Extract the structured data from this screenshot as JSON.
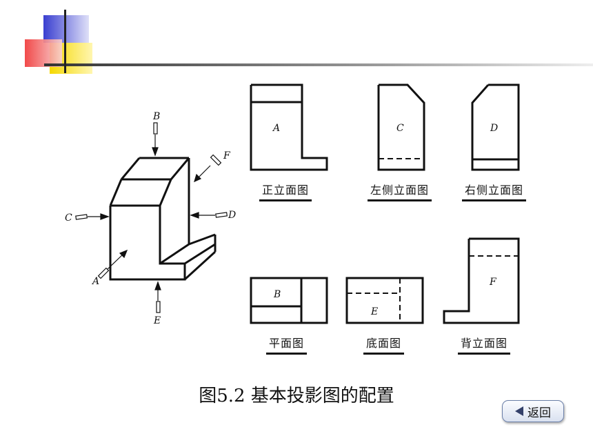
{
  "theme": {
    "deco_blue": "#3a3fd0",
    "deco_red": "#f03a3a",
    "deco_yellow": "#f5d800",
    "line_color": "#111111"
  },
  "pictorial": {
    "arrow_labels": {
      "B": "B",
      "F": "F",
      "C": "C",
      "D": "D",
      "A": "A",
      "E": "E"
    }
  },
  "views": {
    "front": {
      "letter": "A",
      "label": "正立面图"
    },
    "left": {
      "letter": "C",
      "label": "左侧立面图"
    },
    "right": {
      "letter": "D",
      "label": "右侧立面图"
    },
    "top": {
      "letter": "B",
      "label": "平面图"
    },
    "bottom": {
      "letter": "E",
      "label": "底面图"
    },
    "back": {
      "letter": "F",
      "label": "背立面图"
    }
  },
  "caption": "图5.2  基本投影图的配置",
  "back_button": {
    "label": "返回",
    "icon": "left-triangle-icon"
  }
}
